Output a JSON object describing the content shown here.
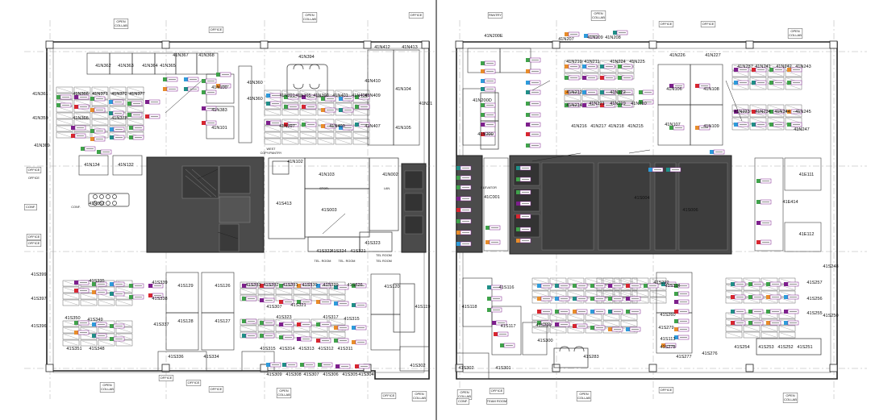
{
  "colors": {
    "line": "#2a2a2a",
    "core": "#4b4b4b",
    "core_dark": "#333333",
    "purple": "#7d1f8c",
    "green": "#3fa34a",
    "red": "#d8262e",
    "blue": "#2d9cdb",
    "orange": "#e88d2a",
    "teal": "#1f8f87"
  },
  "top_labels": [
    "OPEN\nCOLLAB",
    "OFFICE",
    "OPEN\nCOLLAB",
    "OFFICE",
    "PANTRY",
    "OPEN\nCOLLAB",
    "OFFICE",
    "OFFICE",
    "OPEN\nCOLLAB"
  ],
  "bottom_labels": [
    "OPEN\nCOLLAB",
    "OFFICE",
    "OFFICE",
    "OFFICE",
    "OPEN\nCOLLAB",
    "OFFICE",
    "OPEN\nCOLLAB",
    "OPEN\nCOLLAB",
    "OFFICE",
    "CONF.",
    "TEAM ROOM",
    "OPEN\nCOLLAB",
    "OFFICE",
    "OPEN\nCOLLAB"
  ],
  "side_labels": [
    "OFFICE",
    "CONF.",
    "OFFICE",
    "OFFICE"
  ],
  "box_labels": [
    "CONF.",
    "OFFICE",
    "WEST\nCOPY/PANTRY",
    "ELEVATOR",
    "STOR.",
    "LAN.",
    "TEL. ROOM",
    "TEL. ROOM",
    "TEL ROOM",
    "TEL ROOM"
  ],
  "rooms_left": [
    "41N362",
    "41N363",
    "41N364",
    "41N365",
    "41N367",
    "41N368",
    "41N394",
    "41N412",
    "41N413",
    "41N361",
    "41N366",
    "41N371",
    "41N372",
    "41N377",
    "41N100",
    "41N360",
    "41N410",
    "41N104",
    "41N391",
    "41N395",
    "41N399",
    "41N401",
    "41N406",
    "41N409",
    "41N21",
    "41N360",
    "41N383",
    "41N101",
    "41N359",
    "41N366",
    "41N378",
    "41N397",
    "41N403",
    "41N407",
    "41N105",
    "41N369",
    "41N134",
    "41N132",
    "41N102",
    "41N103",
    "41N002",
    "41N352",
    "41S413",
    "41S003",
    "41S322",
    "41S324",
    "41S321",
    "41S323",
    "41S399",
    "41S335",
    "41S339",
    "41S129",
    "41S126",
    "41S333",
    "41S332",
    "41S331",
    "41S330",
    "41S329",
    "41S326",
    "41S120",
    "41S397",
    "41S338",
    "41S307",
    "41S321",
    "41S119",
    "41S396",
    "41S350",
    "41S349",
    "41S337",
    "41S128",
    "41S127",
    "41S323",
    "41S317",
    "41S315",
    "41S351",
    "41S348",
    "41S315",
    "41S314",
    "41S313",
    "41S312",
    "41S311",
    "41S336",
    "41S334",
    "41S309",
    "41S308",
    "41S307",
    "41S306",
    "41S305",
    "41S304",
    "41S302"
  ],
  "rooms_right": [
    "41N200E",
    "41N207",
    "41N209",
    "41N208",
    "41N210",
    "41N211",
    "41N224",
    "41N225",
    "41N226",
    "41N227",
    "41N237",
    "41N241",
    "41N242",
    "41N243",
    "41N212",
    "41N222",
    "41N106",
    "41N108",
    "41N200D",
    "41N214",
    "41N221",
    "41N219",
    "41N220",
    "41N233",
    "41N234",
    "41N244",
    "41N245",
    "41N200",
    "41N216",
    "41N217",
    "41N218",
    "41N215",
    "41N107",
    "41N109",
    "41N247",
    "41S004",
    "41S006",
    "41E111",
    "41C001",
    "41E414",
    "41E112",
    "41S116",
    "41S248",
    "41S118",
    "41S292",
    "41S114",
    "41S257",
    "41S256",
    "41S260",
    "41S255",
    "41S299",
    "41S117",
    "41S300",
    "41S283",
    "41S279",
    "41S113",
    "41S278",
    "41S277",
    "41S276",
    "41S254",
    "41S253",
    "41S252",
    "41S251",
    "41S250",
    "41S302",
    "41S301"
  ],
  "tag_text": "C0"
}
